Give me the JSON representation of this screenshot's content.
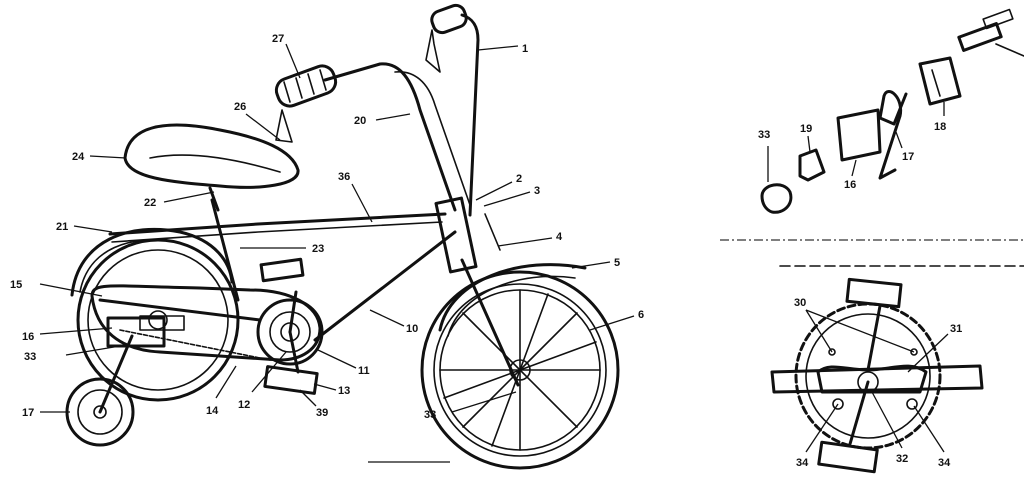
{
  "callouts": {
    "c1": "1",
    "c2": "2",
    "c3": "3",
    "c4": "4",
    "c5": "5",
    "c6": "6",
    "c10": "10",
    "c11": "11",
    "c12": "12",
    "c13": "13",
    "c14": "14",
    "c15": "15",
    "c16": "16",
    "c17": "17",
    "c20": "20",
    "c21": "21",
    "c22": "22",
    "c23": "23",
    "c24": "24",
    "c26": "26",
    "c27": "27",
    "c33": "33",
    "c36": "36",
    "c39": "39"
  },
  "inset_top": {
    "c33": "33",
    "c19": "19",
    "c16": "16",
    "c17": "17",
    "c18": "18"
  },
  "inset_bottom": {
    "c30": "30",
    "c31": "31",
    "c34a": "34",
    "c32": "32",
    "c34b": "34"
  }
}
